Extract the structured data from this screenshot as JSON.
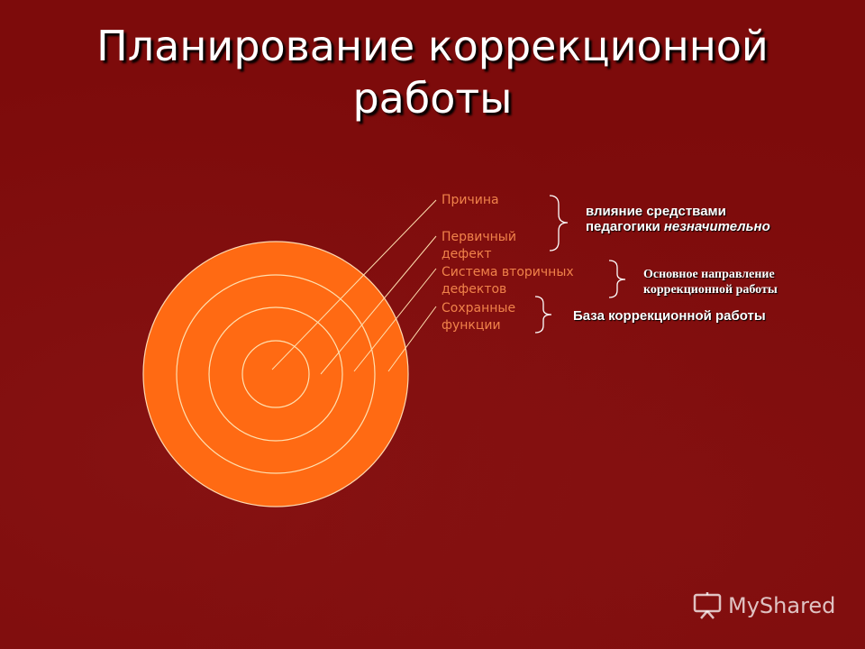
{
  "slide": {
    "title_line1": "Планирование коррекционной",
    "title_line2": "работы"
  },
  "layers": [
    {
      "label_line1": "Причина",
      "label_line2": ""
    },
    {
      "label_line1": "Первичный",
      "label_line2": "дефект"
    },
    {
      "label_line1": "Система вторичных",
      "label_line2": "дефектов"
    },
    {
      "label_line1": "Сохранные",
      "label_line2": "функции"
    }
  ],
  "notes": {
    "influence_line1": "влияние средствами",
    "influence_line2_prefix": "педагогики ",
    "influence_line2_emph": "незначительно",
    "main_direction_line1": "Основное направление",
    "main_direction_line2": "коррекционной работы",
    "base": "База коррекционной работы"
  },
  "watermark": {
    "text": "MyShared",
    "icon": "presentation-board-icon"
  },
  "colors": {
    "background": "#7d0b0b",
    "circle_fill": "#ff6a13",
    "ring_stroke": "#ffe0b0",
    "label_text": "#f0824a"
  }
}
